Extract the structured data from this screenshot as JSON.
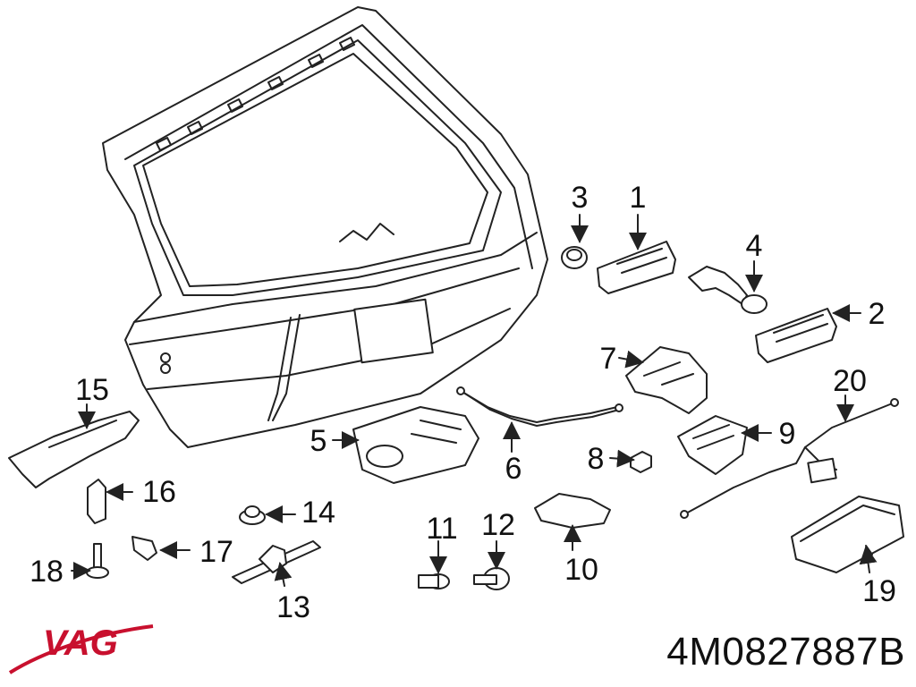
{
  "diagram": {
    "callouts": [
      {
        "id": "1",
        "label": "1"
      },
      {
        "id": "2",
        "label": "2"
      },
      {
        "id": "3",
        "label": "3"
      },
      {
        "id": "4",
        "label": "4"
      },
      {
        "id": "5",
        "label": "5"
      },
      {
        "id": "6",
        "label": "6"
      },
      {
        "id": "7",
        "label": "7"
      },
      {
        "id": "8",
        "label": "8"
      },
      {
        "id": "9",
        "label": "9"
      },
      {
        "id": "10",
        "label": "10"
      },
      {
        "id": "11",
        "label": "11"
      },
      {
        "id": "12",
        "label": "12"
      },
      {
        "id": "13",
        "label": "13"
      },
      {
        "id": "14",
        "label": "14"
      },
      {
        "id": "15",
        "label": "15"
      },
      {
        "id": "16",
        "label": "16"
      },
      {
        "id": "17",
        "label": "17"
      },
      {
        "id": "18",
        "label": "18"
      },
      {
        "id": "19",
        "label": "19"
      },
      {
        "id": "20",
        "label": "20"
      }
    ]
  },
  "brand": {
    "logo_text": "VAG",
    "logo_color": "#c8102e"
  },
  "part_number": "4M0827887B"
}
